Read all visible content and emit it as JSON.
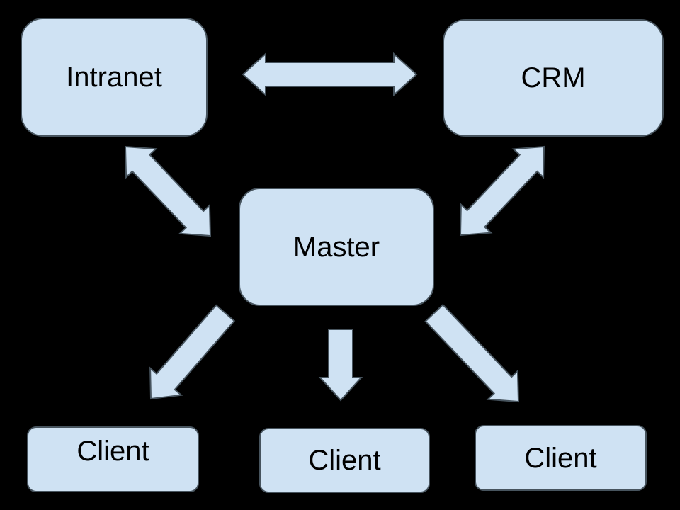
{
  "diagram": {
    "nodes": [
      {
        "id": "intranet",
        "label": "Intranet"
      },
      {
        "id": "crm",
        "label": "CRM"
      },
      {
        "id": "master",
        "label": "Master"
      },
      {
        "id": "client-left",
        "label": "Client"
      },
      {
        "id": "client-mid",
        "label": "Client"
      },
      {
        "id": "client-right",
        "label": "Client"
      }
    ],
    "edges": [
      {
        "from": "intranet",
        "to": "crm",
        "direction": "both"
      },
      {
        "from": "intranet",
        "to": "master",
        "direction": "both"
      },
      {
        "from": "master",
        "to": "crm",
        "direction": "both"
      },
      {
        "from": "master",
        "to": "client-left",
        "direction": "one-way"
      },
      {
        "from": "master",
        "to": "client-mid",
        "direction": "one-way"
      },
      {
        "from": "master",
        "to": "client-right",
        "direction": "one-way"
      }
    ],
    "colors": {
      "background": "#000000",
      "shape_fill": "#cfe2f3",
      "shape_border": "#47545e",
      "label_text": "#000000"
    }
  }
}
